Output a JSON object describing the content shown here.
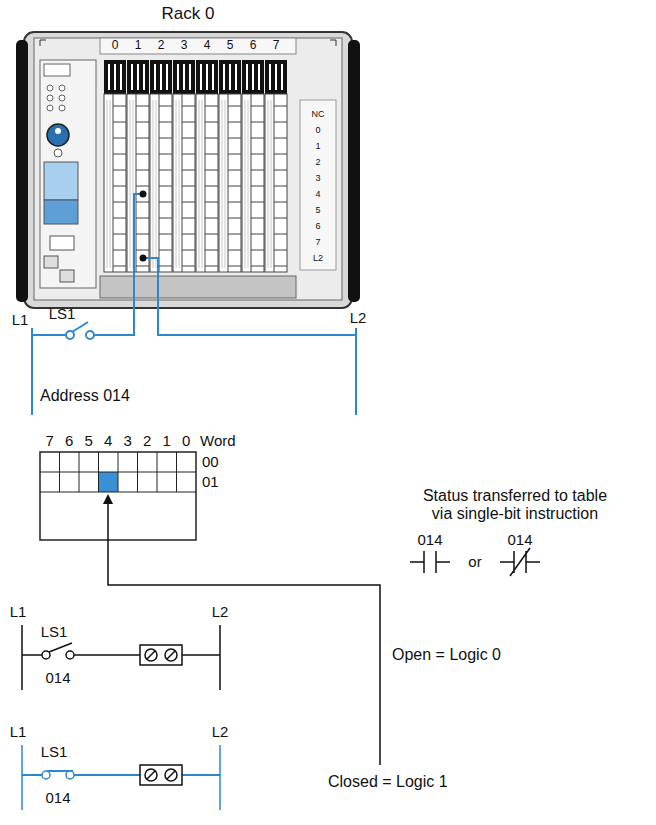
{
  "diagram": {
    "labels": [
      "Rack 0",
      "0",
      "1",
      "2",
      "3",
      "4",
      "5",
      "6",
      "7",
      "NC",
      "0",
      "1",
      "2",
      "3",
      "4",
      "5",
      "6",
      "7",
      "L2",
      "L1",
      "LS1",
      "L2",
      "Address 014",
      "7",
      "6",
      "5",
      "4",
      "3",
      "2",
      "1",
      "0",
      "Word",
      "00",
      "01",
      "Status transferred to table via single-bit instruction",
      "014",
      "014",
      "or",
      "L1",
      "LS1",
      "L2",
      "014",
      "Open = Logic 0",
      "L1",
      "LS1",
      "L2",
      "014",
      "Closed = Logic 1"
    ]
  }
}
